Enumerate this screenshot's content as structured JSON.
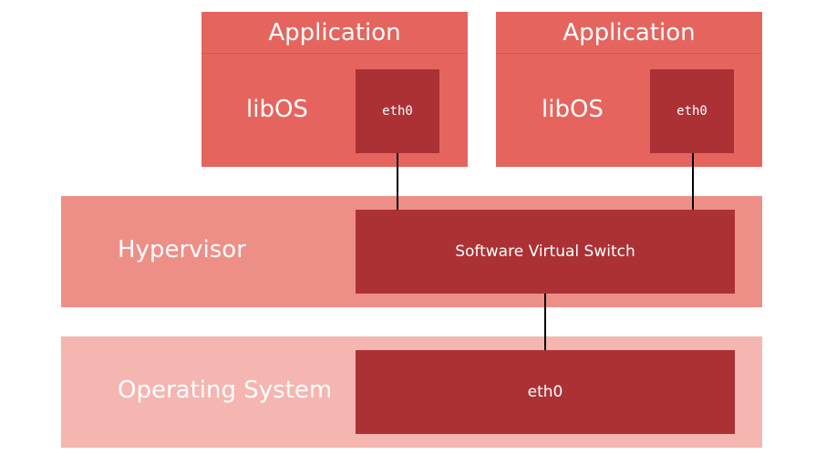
{
  "apps": [
    {
      "title": "Application",
      "libos": "libOS",
      "nic": "eth0"
    },
    {
      "title": "Application",
      "libos": "libOS",
      "nic": "eth0"
    }
  ],
  "hypervisor": {
    "label": "Hypervisor",
    "switch": "Software Virtual Switch"
  },
  "os": {
    "label": "Operating System",
    "nic": "eth0"
  },
  "colors": {
    "application": "#e5655e",
    "hypervisor": "#ee8f87",
    "operating_system": "#f5b6b1",
    "dark_box": "#ab3135",
    "wire": "#000000"
  }
}
